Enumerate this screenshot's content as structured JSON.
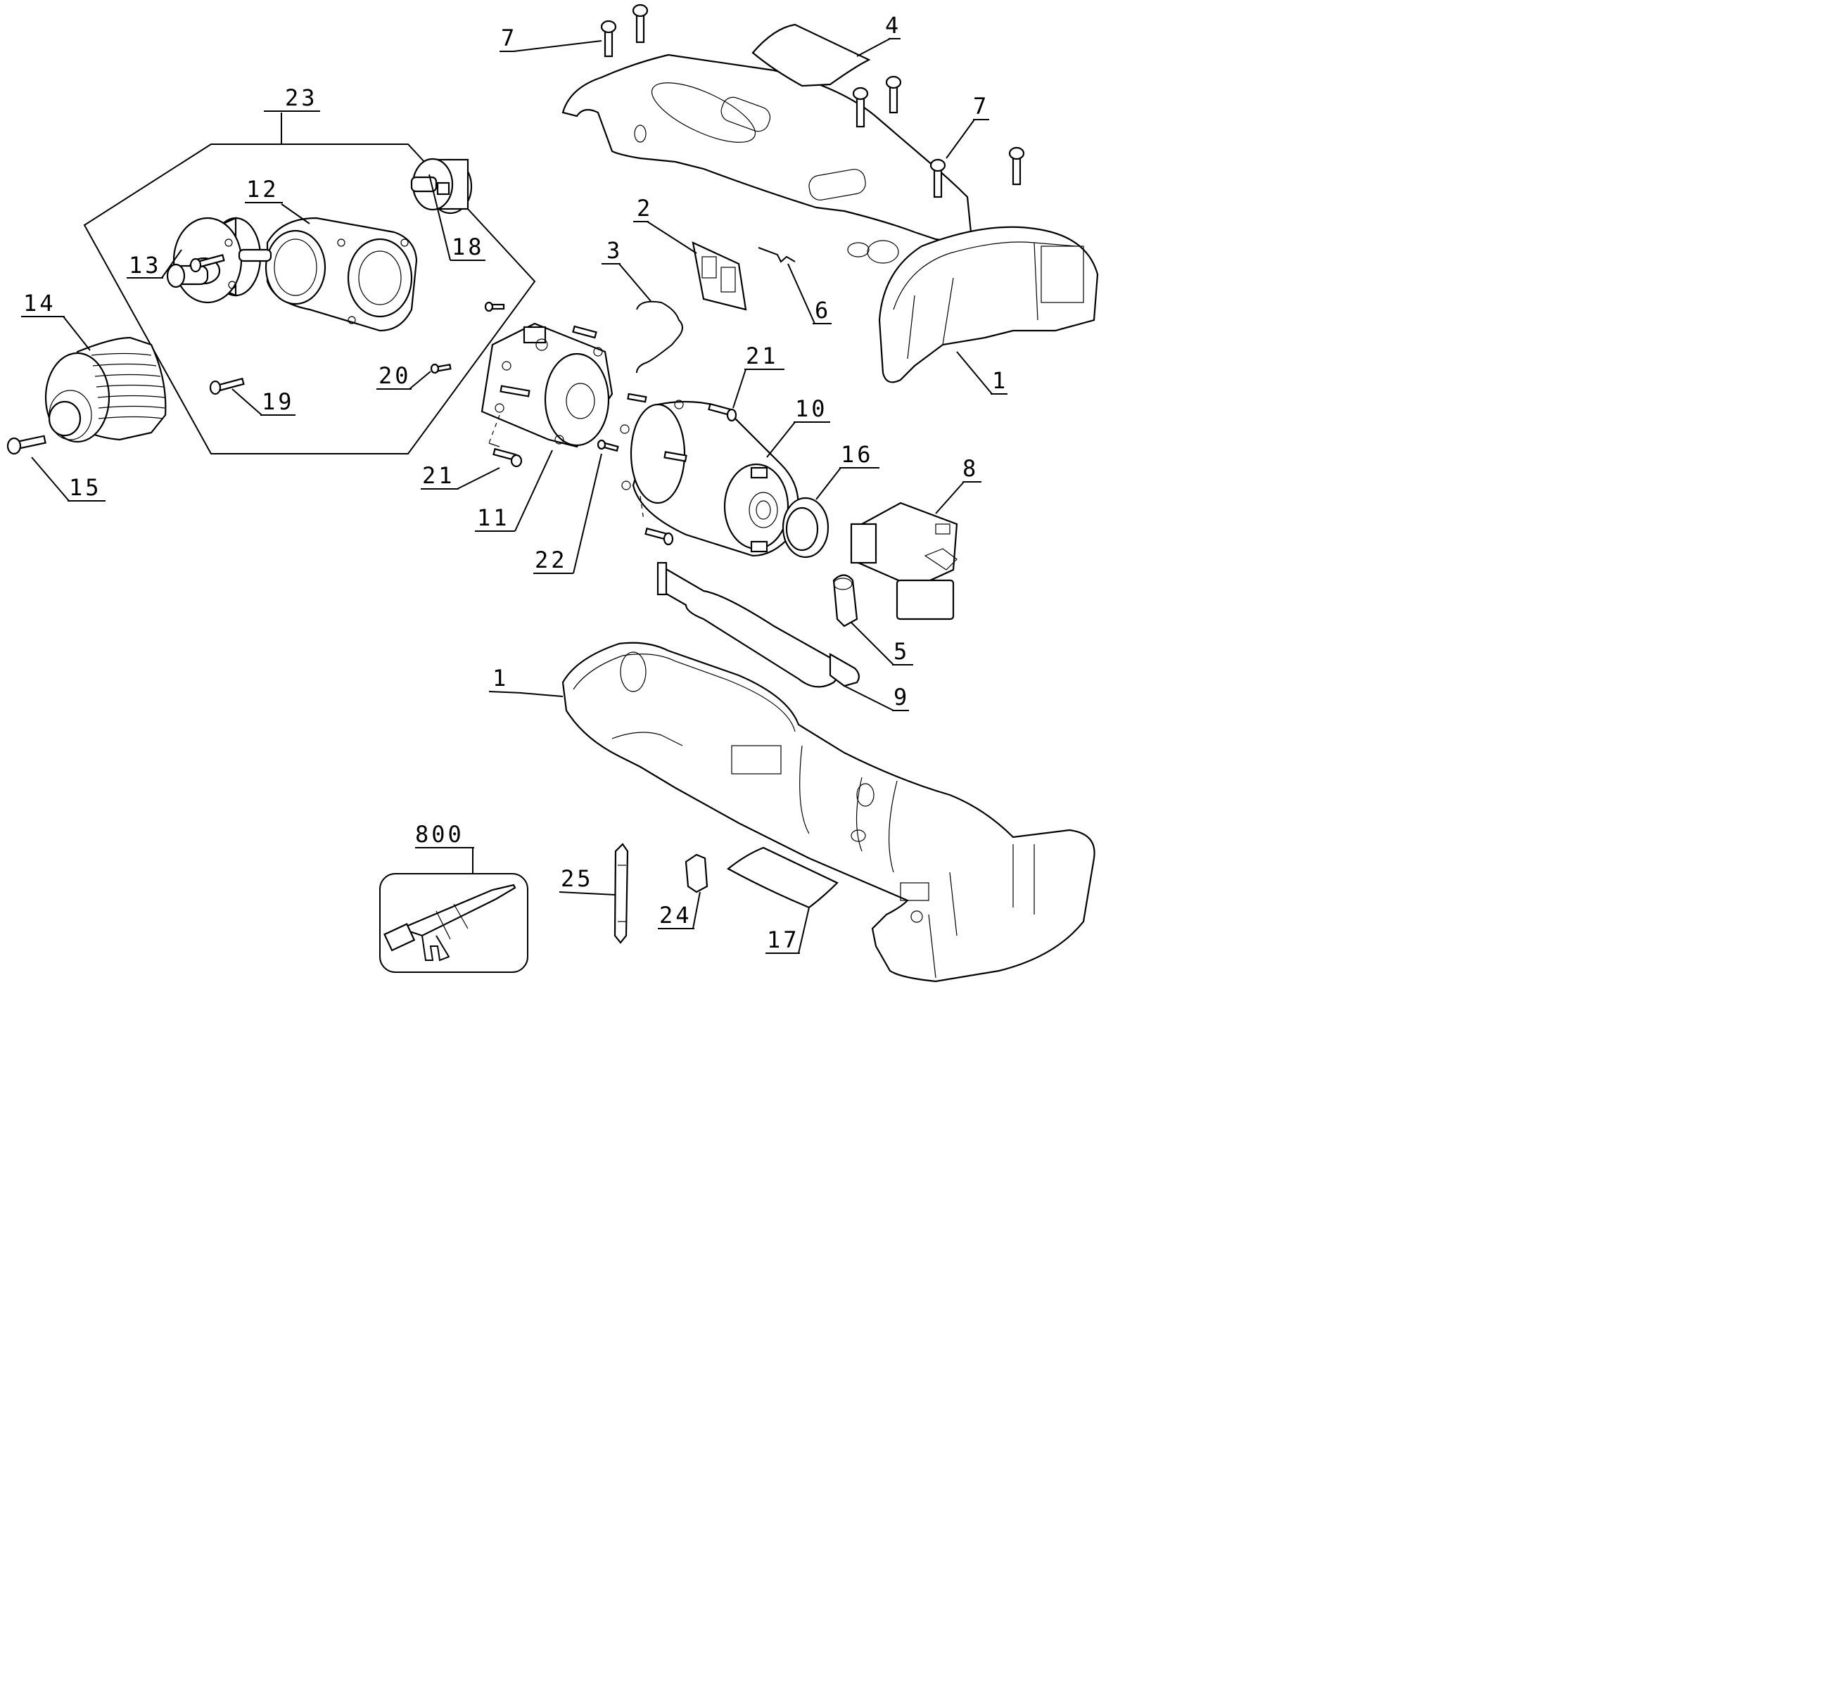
{
  "labels": {
    "p1_top": "1",
    "p1_bottom": "1",
    "p2": "2",
    "p3": "3",
    "p4": "4",
    "p5": "5",
    "p6": "6",
    "p7_left": "7",
    "p7_right": "7",
    "p8": "8",
    "p9": "9",
    "p10": "10",
    "p11": "11",
    "p12": "12",
    "p13": "13",
    "p14": "14",
    "p15": "15",
    "p16": "16",
    "p17": "17",
    "p18": "18",
    "p19": "19",
    "p20": "20",
    "p21_right": "21",
    "p21_left": "21",
    "p22": "22",
    "p23": "23",
    "p24": "24",
    "p25": "25",
    "p800": "800"
  }
}
